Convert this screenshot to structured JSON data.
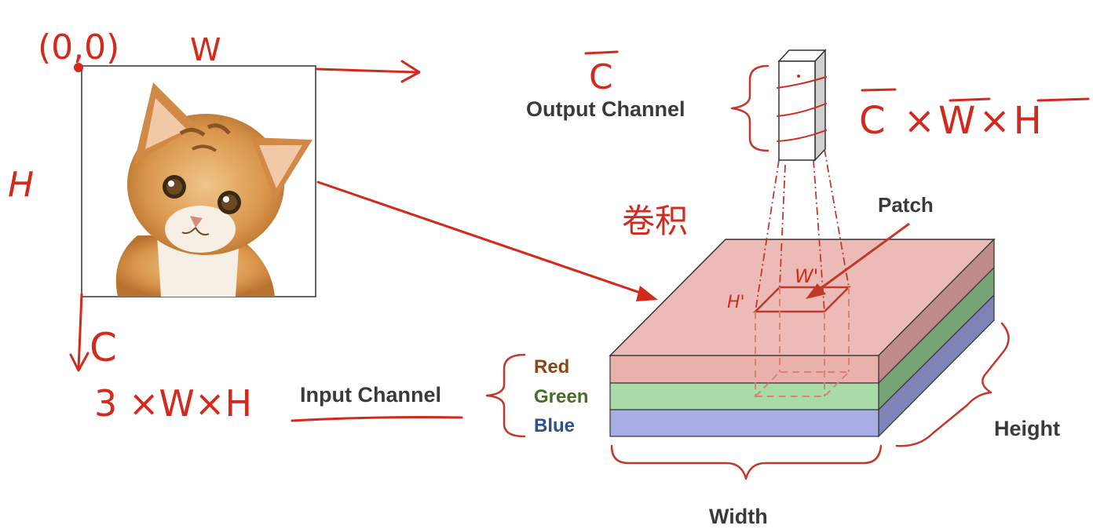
{
  "colors": {
    "ink": "#d22a1c",
    "brace": "#c0392b",
    "label": "#3a3a3a",
    "red_layer": "#e9b0ac",
    "green_layer": "#a8dba8",
    "blue_layer": "#a8ade6",
    "red_text": "#8b4513",
    "green_text": "#4a6b2a",
    "blue_text": "#2f4f8f"
  },
  "image": {
    "icon": "cat-photo"
  },
  "annotations": {
    "origin": "(0,0)",
    "w": "W",
    "h": "H",
    "c": "C",
    "input_dims": "3 ×W×H",
    "c_bar": "C",
    "output_dims": "C ×W×H",
    "conv": "卷积",
    "h_prime": "H'",
    "w_prime": "W'"
  },
  "labels": {
    "output_channel": "Output Channel",
    "input_channel": "Input Channel",
    "patch": "Patch",
    "height": "Height",
    "width": "Width"
  },
  "channels": [
    "Red",
    "Green",
    "Blue"
  ]
}
